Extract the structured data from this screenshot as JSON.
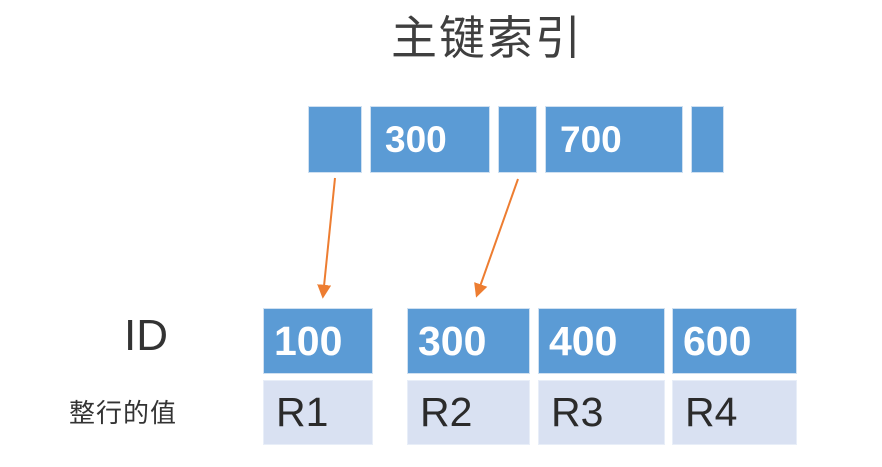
{
  "title": "主键索引",
  "colors": {
    "node_blue": "#5B9BD5",
    "value_light_blue": "#D9E1F2",
    "arrow_orange": "#ED7D31",
    "text_dark": "#3F3F3F",
    "text_white": "#FFFFFF"
  },
  "index_bar": {
    "cells": [
      {
        "type": "pointer",
        "label": ""
      },
      {
        "type": "key",
        "label": "300"
      },
      {
        "type": "pointer",
        "label": ""
      },
      {
        "type": "key",
        "label": "700"
      },
      {
        "type": "pointer",
        "label": ""
      }
    ]
  },
  "arrows": [
    {
      "from": "index-pointer-cell-1",
      "to": "id-cell-100"
    },
    {
      "from": "index-pointer-cell-2",
      "to": "id-cell-300"
    }
  ],
  "table": {
    "row_labels": {
      "id": "ID",
      "value": "整行的值"
    },
    "id_cells": [
      "100",
      "300",
      "400",
      "600"
    ],
    "value_cells": [
      "R1",
      "R2",
      "R3",
      "R4"
    ]
  }
}
